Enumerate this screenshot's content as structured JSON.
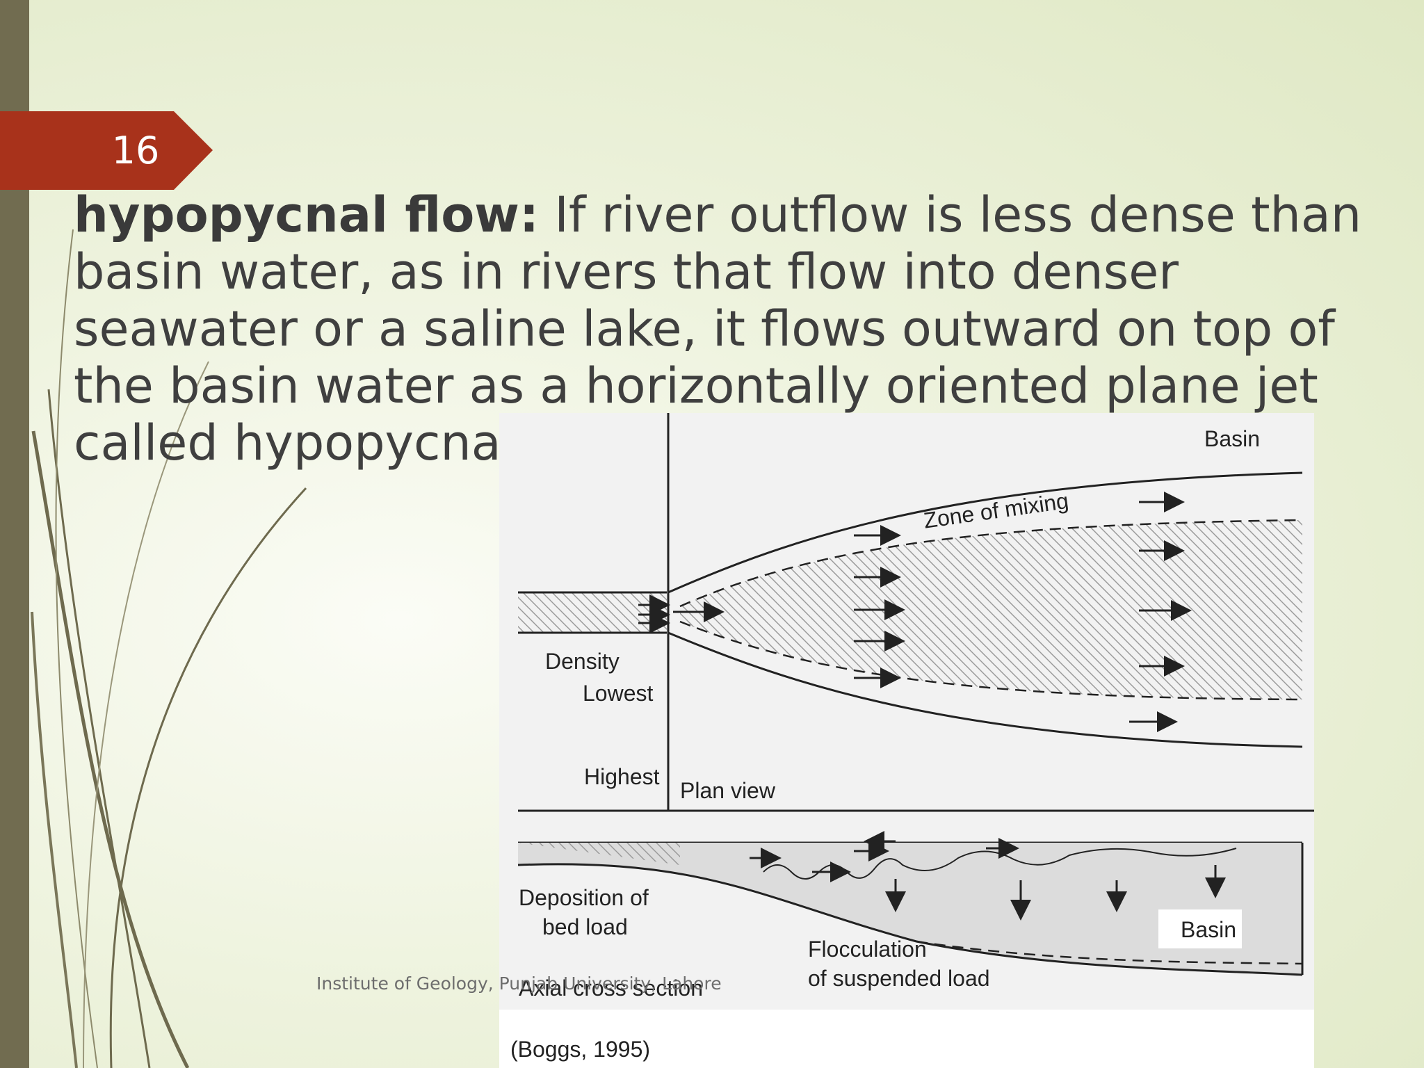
{
  "slide": {
    "number": "16"
  },
  "body": {
    "term": "hypopycnal flow:",
    "text": " If river outflow is less dense than basin water, as in rivers that flow into denser seawater or a saline lake, it flows outward on top of the basin water as a horizontally oriented plane jet called hypopycnal flow."
  },
  "figure": {
    "labels": {
      "basin_top": "Basin",
      "zone_of_mixing": "Zone of mixing",
      "density": "Density",
      "lowest": "Lowest",
      "highest": "Highest",
      "plan_view": "Plan view",
      "deposition_line1": "Deposition of",
      "deposition_line2": "bed load",
      "basin_bottom": "Basin",
      "flocculation_line1": "Flocculation",
      "flocculation_line2": "of suspended load",
      "axial_cross_section": "Axial cross section",
      "citation": "(Boggs, 1995)"
    }
  },
  "footer": {
    "text": "Institute of Geology, Punjab University, Lahore"
  },
  "colors": {
    "accent": "#a8321b",
    "sidebar": "#716c50",
    "text": "#3f3f3f"
  }
}
